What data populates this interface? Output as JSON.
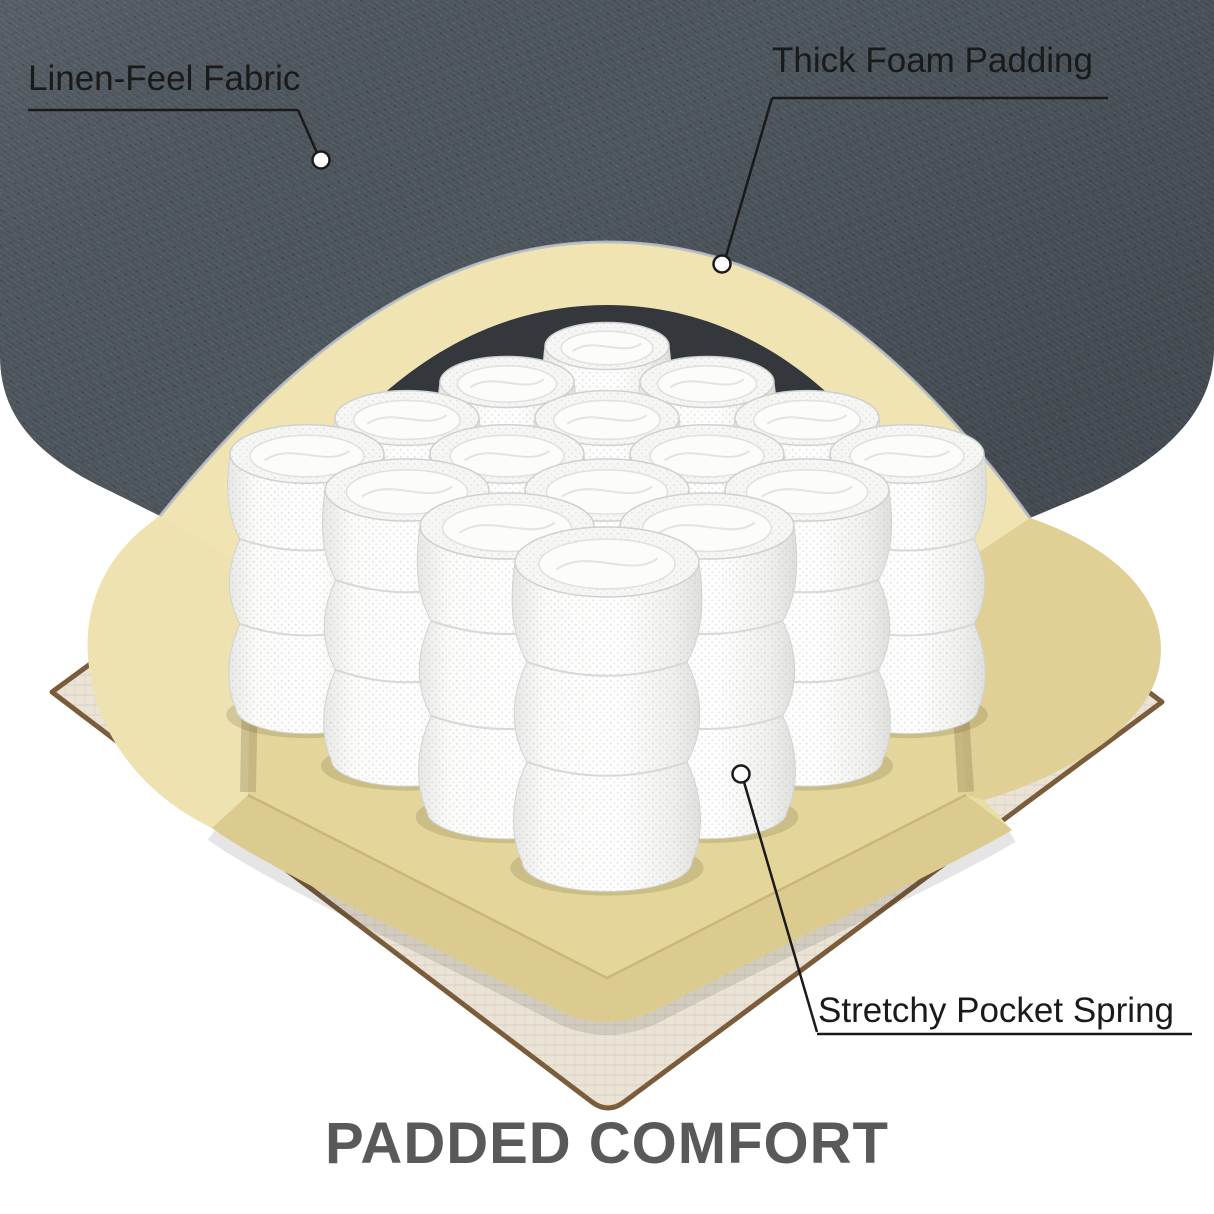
{
  "annotations": {
    "fabric": {
      "label": "Linen-Feel Fabric"
    },
    "foam": {
      "label": "Thick Foam Padding"
    },
    "spring": {
      "label": "Stretchy Pocket Spring"
    }
  },
  "title": "PADDED COMFORT",
  "colors": {
    "fabric_gray": "#4b535b",
    "foam": "#e9dda6",
    "foam_bright": "#f0e5b2",
    "foam_shadow": "#dccb8e",
    "foam_arm_right": "#e0d096",
    "foam_arm_left": "#eee2b0",
    "foam_floor": "#e4d69b",
    "cavity_shadow": "#34383d",
    "base_fabric": "#eae3d6",
    "base_edge": "#7a5c3b",
    "spring_white": "#ffffff",
    "label_text": "#1a1a1a",
    "title_text": "#595959"
  }
}
